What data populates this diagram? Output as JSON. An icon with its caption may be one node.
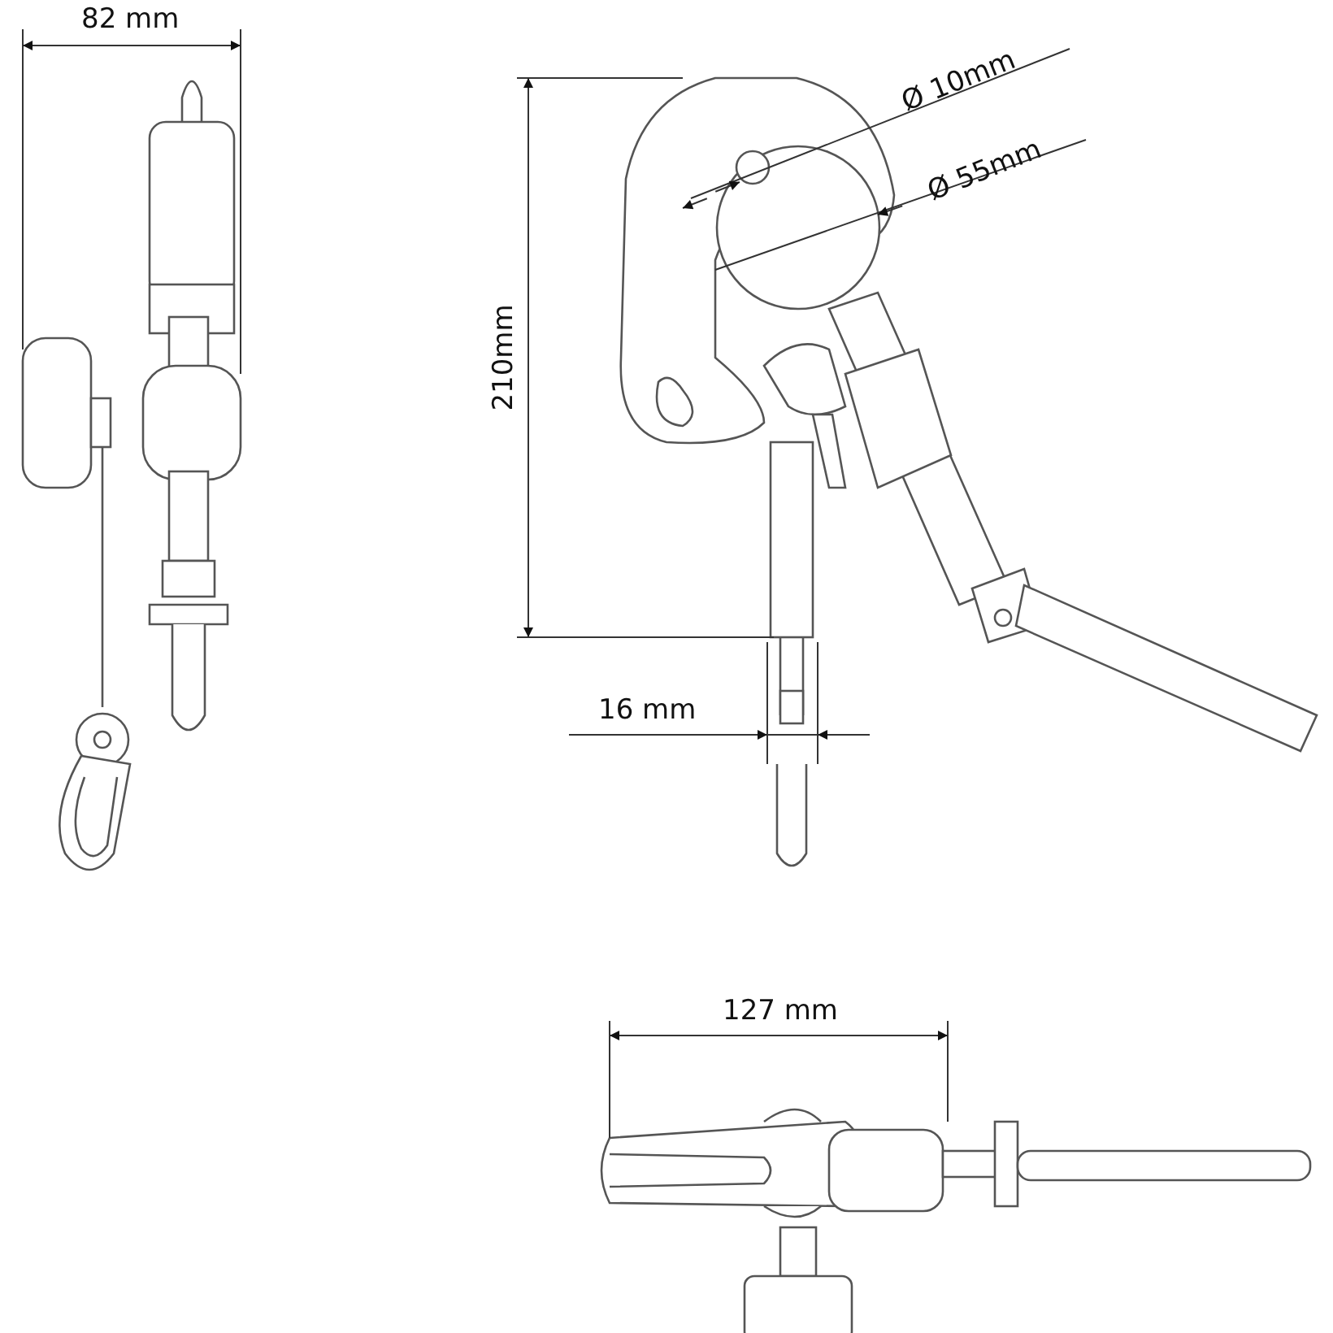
{
  "diagram": {
    "labels": [
      "82 mm",
      "Ø 10mm",
      "Ø 55mm",
      "210mm",
      "16 mm",
      "127 mm"
    ]
  }
}
